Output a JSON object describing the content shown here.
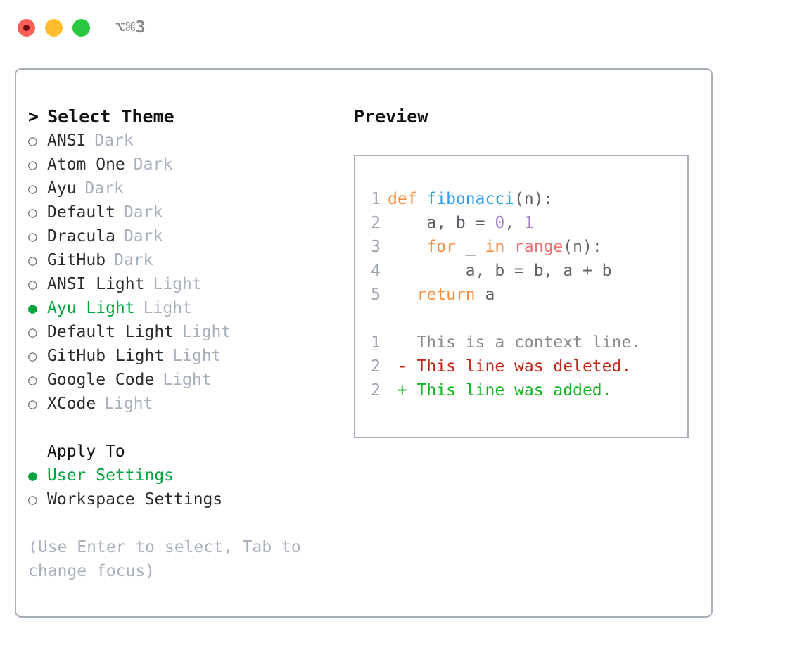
{
  "window": {
    "title": "⌥⌘3",
    "traffic_lights": [
      {
        "name": "close",
        "color": "#ff5f57"
      },
      {
        "name": "minimize",
        "color": "#febc2e"
      },
      {
        "name": "maximize",
        "color": "#28c840"
      }
    ]
  },
  "theme_selector": {
    "heading": "Select Theme",
    "caret": ">",
    "bullet_unselected": "○",
    "bullet_selected": "●",
    "accent_color": "#00a33c",
    "items": [
      {
        "label": "ANSI",
        "variant": "Dark",
        "selected": false
      },
      {
        "label": "Atom One",
        "variant": "Dark",
        "selected": false
      },
      {
        "label": "Ayu",
        "variant": "Dark",
        "selected": false
      },
      {
        "label": "Default",
        "variant": "Dark",
        "selected": false
      },
      {
        "label": "Dracula",
        "variant": "Dark",
        "selected": false
      },
      {
        "label": "GitHub",
        "variant": "Dark",
        "selected": false
      },
      {
        "label": "ANSI Light",
        "variant": "Light",
        "selected": false
      },
      {
        "label": "Ayu Light",
        "variant": "Light",
        "selected": true
      },
      {
        "label": "Default Light",
        "variant": "Light",
        "selected": false
      },
      {
        "label": "GitHub Light",
        "variant": "Light",
        "selected": false
      },
      {
        "label": "Google Code",
        "variant": "Light",
        "selected": false
      },
      {
        "label": "XCode",
        "variant": "Light",
        "selected": false
      }
    ]
  },
  "apply_to": {
    "heading": "Apply To",
    "items": [
      {
        "label": "User Settings",
        "selected": true
      },
      {
        "label": "Workspace Settings",
        "selected": false
      }
    ]
  },
  "hint": "(Use Enter to select, Tab to change focus)",
  "preview": {
    "title": "Preview",
    "code_lines": [
      {
        "lineno": "1",
        "tokens": [
          {
            "text": "def ",
            "type": "keyword"
          },
          {
            "text": "fibonacci",
            "type": "function"
          },
          {
            "text": "(n):",
            "type": "punct"
          }
        ]
      },
      {
        "lineno": "2",
        "tokens": [
          {
            "text": "    a, b = ",
            "type": "plain"
          },
          {
            "text": "0",
            "type": "number"
          },
          {
            "text": ", ",
            "type": "punct"
          },
          {
            "text": "1",
            "type": "number"
          }
        ]
      },
      {
        "lineno": "3",
        "tokens": [
          {
            "text": "    ",
            "type": "plain"
          },
          {
            "text": "for",
            "type": "keyword"
          },
          {
            "text": " _ ",
            "type": "plain"
          },
          {
            "text": "in",
            "type": "keyword"
          },
          {
            "text": " ",
            "type": "plain"
          },
          {
            "text": "range",
            "type": "builtin"
          },
          {
            "text": "(n):",
            "type": "punct"
          }
        ]
      },
      {
        "lineno": "4",
        "tokens": [
          {
            "text": "        a, b = b, a + b",
            "type": "plain"
          }
        ]
      },
      {
        "lineno": "5",
        "tokens": [
          {
            "text": "   ",
            "type": "plain"
          },
          {
            "text": "return",
            "type": "keyword"
          },
          {
            "text": " a",
            "type": "plain"
          }
        ]
      }
    ],
    "diff_lines": [
      {
        "lineno": "1",
        "marker": " ",
        "text": " This is a context line.",
        "type": "context"
      },
      {
        "lineno": "2",
        "marker": "-",
        "text": " This line was deleted.",
        "type": "deleted"
      },
      {
        "lineno": "2",
        "marker": "+",
        "text": " This line was added.",
        "type": "added"
      }
    ]
  }
}
